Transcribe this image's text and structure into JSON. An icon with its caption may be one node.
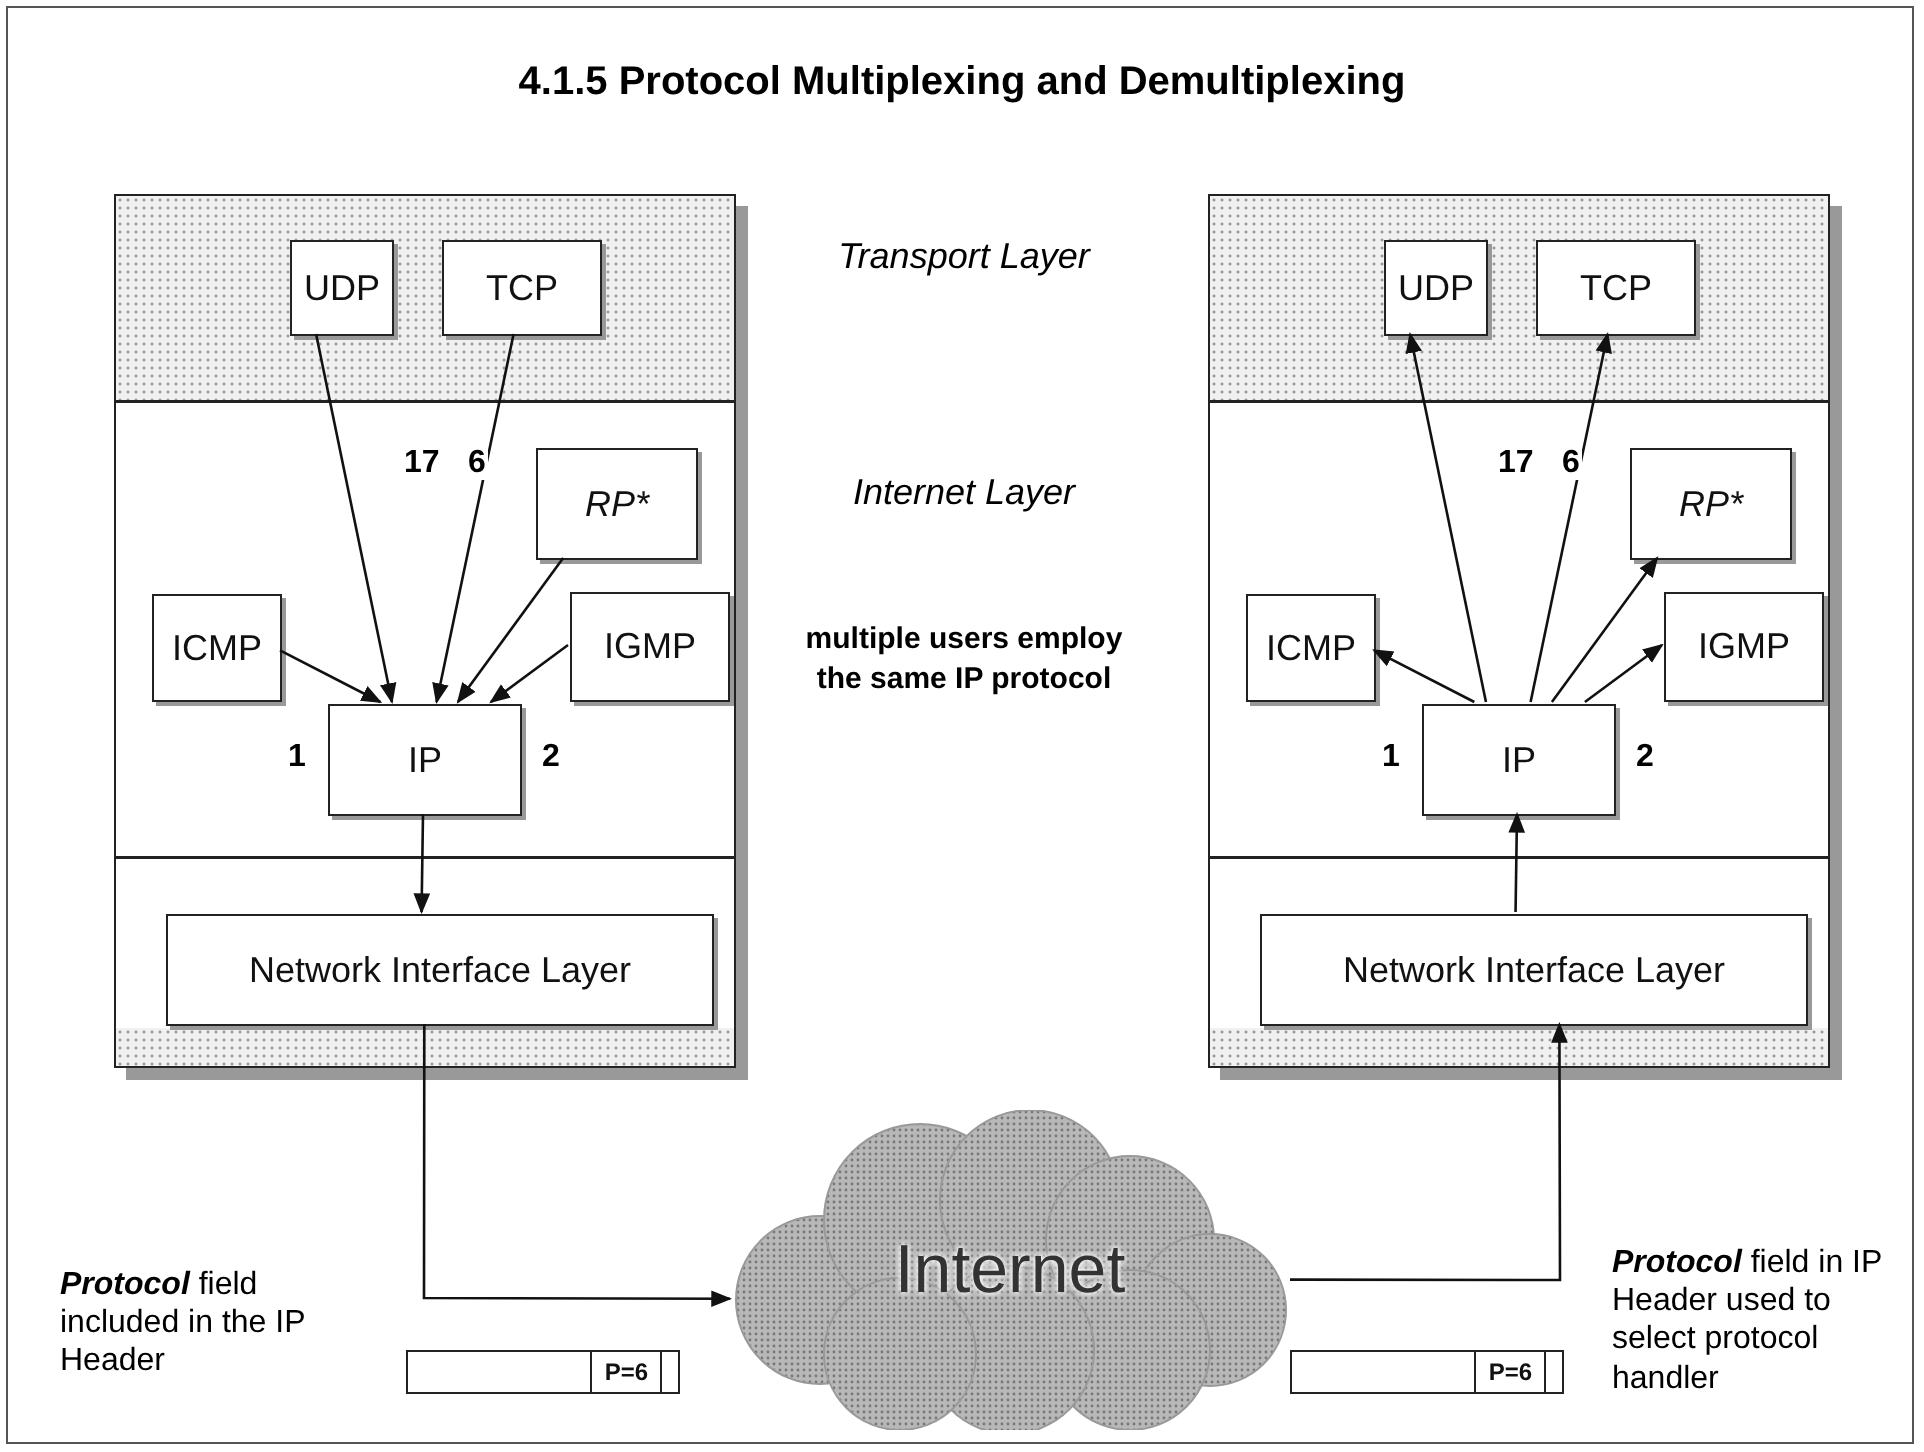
{
  "diagram": {
    "title": "4.1.5 Protocol Multiplexing and Demultiplexing",
    "nodes": [
      {
        "text": [],
        "shape": "box"
      },
      {
        "text": [
          "UDP"
        ],
        "in": 0
      },
      {
        "text": [
          "TCP"
        ],
        "in": 0
      },
      {
        "text": [
          "RP*"
        ],
        "in": 0
      },
      {
        "text": [
          "ICMP"
        ],
        "in": 0
      },
      {
        "text": [
          "IGMP"
        ],
        "in": 0
      },
      {
        "text": [
          "IP"
        ],
        "in": 0
      },
      {
        "text": [
          "Network Interface Layer"
        ],
        "in": 0
      },
      {
        "text": [],
        "shape": "box"
      },
      {
        "text": [
          "UDP"
        ],
        "in": 8
      },
      {
        "text": [
          "TCP"
        ],
        "in": 8
      },
      {
        "text": [
          "RP*"
        ],
        "in": 8
      },
      {
        "text": [
          "ICMP"
        ],
        "in": 8
      },
      {
        "text": [
          "IGMP"
        ],
        "in": 8
      },
      {
        "text": [
          "IP"
        ],
        "in": 8
      },
      {
        "text": [
          "Network Interface Layer"
        ],
        "in": 8
      },
      {
        "text": [
          "Internet"
        ]
      },
      {
        "text": [
          "P=6"
        ]
      },
      {
        "text": [
          "P=6"
        ]
      }
    ],
    "edges": [
      {
        "from": 1,
        "to": 6,
        "label": "17",
        "arrow": "to"
      },
      {
        "from": 2,
        "to": 6,
        "label": "6",
        "arrow": "to"
      },
      {
        "from": 3,
        "to": 6,
        "arrow": "to"
      },
      {
        "from": 4,
        "to": 6,
        "label": "1",
        "arrow": "to"
      },
      {
        "from": 5,
        "to": 6,
        "label": "2",
        "arrow": "to"
      },
      {
        "from": 6,
        "to": 7,
        "arrow": "to"
      },
      {
        "from": 14,
        "to": 9,
        "label": "17",
        "arrow": "to"
      },
      {
        "from": 14,
        "to": 10,
        "label": "6",
        "arrow": "to"
      },
      {
        "from": 14,
        "to": 11,
        "arrow": "to"
      },
      {
        "from": 14,
        "to": 12,
        "label": "1",
        "arrow": "to"
      },
      {
        "from": 14,
        "to": 13,
        "label": "2",
        "arrow": "to"
      },
      {
        "from": 15,
        "to": 14,
        "arrow": "to"
      },
      {
        "from": 7,
        "to": 16,
        "arrow": "to"
      },
      {
        "from": 16,
        "to": 15,
        "arrow": "to"
      }
    ],
    "labels": [
      "Transport Layer",
      "Internet Layer",
      "multiple users employ the same IP protocol",
      "**Protocol** field included in the IP Header",
      "**Protocol** field in IP Header used to select protocol handler"
    ]
  }
}
